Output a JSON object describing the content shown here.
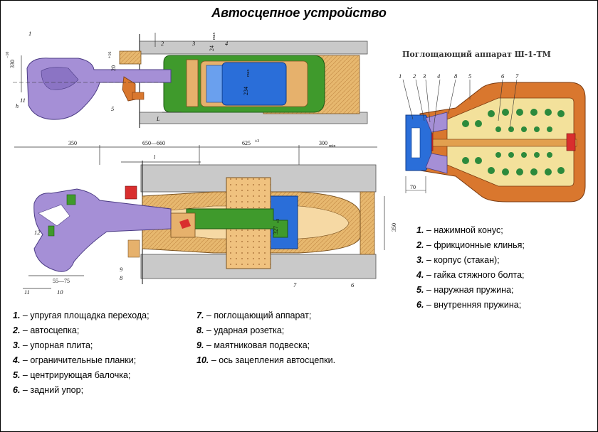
{
  "title": "Автосцепное устройство",
  "absorber_title": "Поглощающий аппарат Ш-1-ТМ",
  "callouts": {
    "top_view": [
      "1",
      "2",
      "3",
      "4",
      "5",
      "11"
    ],
    "bottom_view": [
      "7",
      "6",
      "8",
      "9",
      "10",
      "11",
      "12"
    ],
    "absorber": [
      "1",
      "2",
      "3",
      "4",
      "8",
      "5",
      "6",
      "7"
    ]
  },
  "dimensions": {
    "top": [
      "330",
      "−10",
      "20",
      "+16",
      "24",
      "max",
      "234",
      "max",
      "L",
      "h"
    ],
    "bottom": [
      "350",
      "650—660",
      "625",
      "±3",
      "300",
      "min",
      "l",
      "327",
      "±3",
      "350",
      "55—75"
    ],
    "absorber": [
      "70"
    ]
  },
  "legend_left_1": [
    {
      "num": "1.",
      "text": " – упругая площадка перехода;"
    },
    {
      "num": "2.",
      "text": " – автосцепка;"
    },
    {
      "num": "3.",
      "text": " – упорная плита;"
    },
    {
      "num": "4.",
      "text": " – ограничительные планки;"
    },
    {
      "num": "5.",
      "text": " – центрирующая балочка;"
    },
    {
      "num": "6.",
      "text": " – задний упор;"
    }
  ],
  "legend_left_2": [
    {
      "num": "7.",
      "text": " – поглощающий аппарат;"
    },
    {
      "num": "8.",
      "text": " – ударная розетка;"
    },
    {
      "num": "9.",
      "text": " – маятниковая подвеска;"
    },
    {
      "num": "10.",
      "text": " – ось зацепления автосцепки."
    }
  ],
  "legend_right": [
    {
      "num": "1.",
      "text": " – нажимной конус;"
    },
    {
      "num": "2.",
      "text": " – фрикционные клинья;"
    },
    {
      "num": "3.",
      "text": " – корпус (стакан);"
    },
    {
      "num": "4.",
      "text": " – гайка стяжного болта;"
    },
    {
      "num": "5.",
      "text": " – наружная пружина;"
    },
    {
      "num": "6.",
      "text": " – внутренняя пружина;"
    }
  ],
  "colors": {
    "coupler": "#a58fd6",
    "yoke": "#3f9a2c",
    "absorber": "#2a6ed9",
    "stops": "#e8b66c",
    "frame": "#c8c8c8",
    "body": "#d9772e",
    "inner": "#f3e19b",
    "springs": "#2c8a3c"
  }
}
